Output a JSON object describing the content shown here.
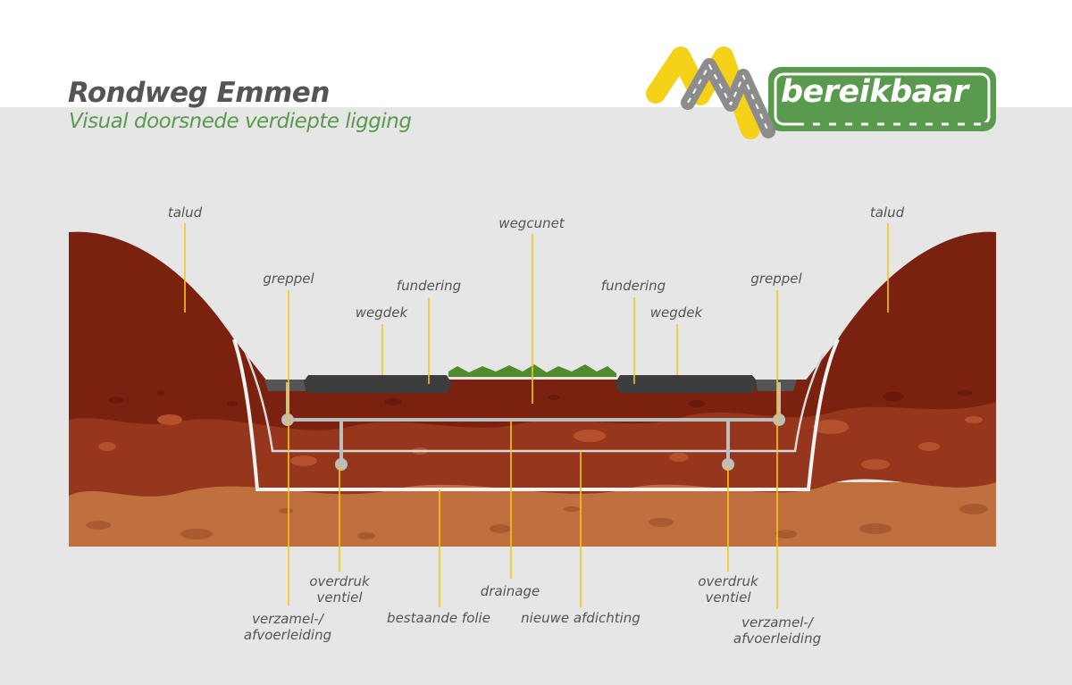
{
  "header": {
    "title": "Rondweg Emmen",
    "subtitle": "Visual doorsnede verdiepte ligging"
  },
  "logo": {
    "text": "bereikbaar",
    "colors": {
      "yellow": "#f5d21a",
      "grey": "#8c8c8c",
      "green": "#5a9a4e"
    }
  },
  "labels": {
    "talud_left": "talud",
    "talud_right": "talud",
    "wegcunet": "wegcunet",
    "greppel_left": "greppel",
    "greppel_right": "greppel",
    "fundering_left": "fundering",
    "fundering_right": "fundering",
    "wegdek_left": "wegdek",
    "wegdek_right": "wegdek",
    "overdruk_left_1": "overdruk",
    "overdruk_left_2": "ventiel",
    "overdruk_right_1": "overdruk",
    "overdruk_right_2": "ventiel",
    "drainage": "drainage",
    "verzamel_left_1": "verzamel-/",
    "verzamel_left_2": "afvoerleiding",
    "verzamel_right_1": "verzamel-/",
    "verzamel_right_2": "afvoerleiding",
    "bestaande_folie": "bestaande folie",
    "nieuwe_afdichting": "nieuwe afdichting"
  },
  "colors": {
    "leader": "#f5c518",
    "dark_soil": "#7a2110",
    "mid_soil": "#96361c",
    "light_soil": "#c0703e",
    "asphalt": "#3d3d3d",
    "grass": "#4f8a2c",
    "pipe": "#bdbdbd",
    "foil": "#f2f2f2"
  }
}
